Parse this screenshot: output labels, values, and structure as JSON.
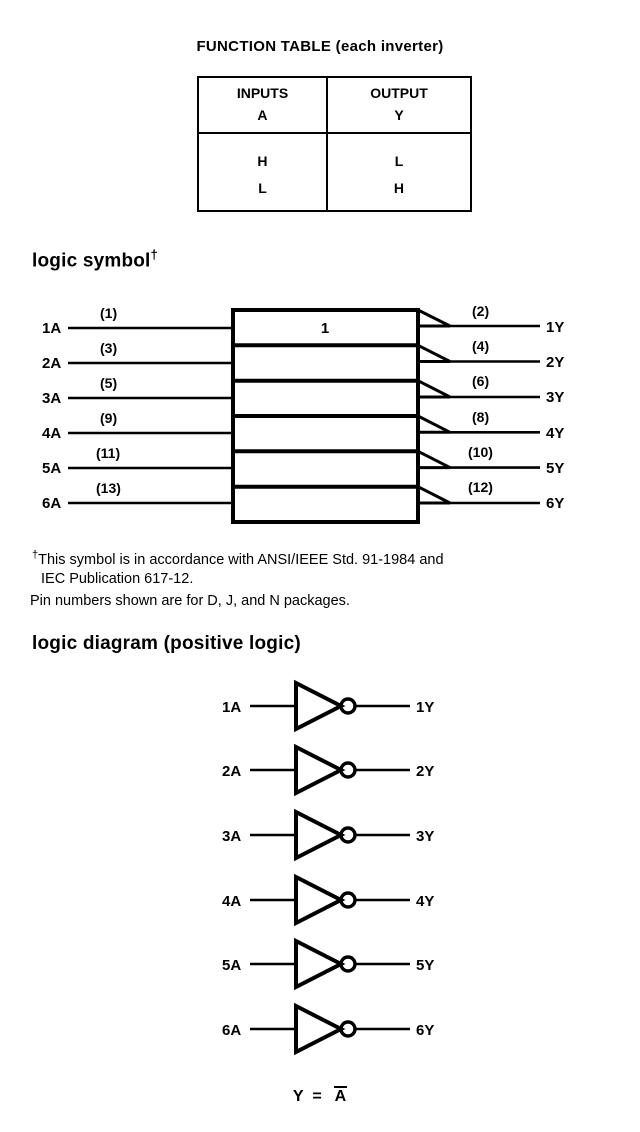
{
  "function_table": {
    "title_bold": "FUNCTION TABLE",
    "title_rest": " (each inverter)",
    "headers": [
      {
        "name": "INPUTS",
        "signal": "A"
      },
      {
        "name": "OUTPUT",
        "signal": "Y"
      }
    ],
    "rows": [
      {
        "input": "H",
        "output": "L"
      },
      {
        "input": "L",
        "output": "H"
      }
    ]
  },
  "headings": {
    "logic_symbol": "logic symbol",
    "logic_symbol_dagger": "†",
    "logic_diagram": "logic diagram (positive logic)"
  },
  "logic_symbol": {
    "qualifier": "1",
    "channels": [
      {
        "input_label": "1A",
        "input_pin": "(1)",
        "output_label": "1Y",
        "output_pin": "(2)"
      },
      {
        "input_label": "2A",
        "input_pin": "(3)",
        "output_label": "2Y",
        "output_pin": "(4)"
      },
      {
        "input_label": "3A",
        "input_pin": "(5)",
        "output_label": "3Y",
        "output_pin": "(6)"
      },
      {
        "input_label": "4A",
        "input_pin": "(9)",
        "output_label": "4Y",
        "output_pin": "(8)"
      },
      {
        "input_label": "5A",
        "input_pin": "(11)",
        "output_label": "5Y",
        "output_pin": "(10)"
      },
      {
        "input_label": "6A",
        "input_pin": "(13)",
        "output_label": "6Y",
        "output_pin": "(12)"
      }
    ]
  },
  "footnotes": {
    "symbol_dagger": "†",
    "symbol_line1": "This symbol is in accordance with ANSI/IEEE Std. 91-1984 and",
    "symbol_line2": "IEC Publication 617-12.",
    "pins_line": "Pin numbers shown are for D, J, and N packages."
  },
  "logic_diagram": {
    "gates": [
      {
        "input_label": "1A",
        "output_label": "1Y"
      },
      {
        "input_label": "2A",
        "output_label": "2Y"
      },
      {
        "input_label": "3A",
        "output_label": "3Y"
      },
      {
        "input_label": "4A",
        "output_label": "4Y"
      },
      {
        "input_label": "5A",
        "output_label": "5Y"
      },
      {
        "input_label": "6A",
        "output_label": "6Y"
      }
    ]
  },
  "equation": {
    "lhs": "Y",
    "operator": "=",
    "rhs": "A"
  },
  "colors": {
    "ink": "#000000",
    "paper": "#ffffff"
  }
}
